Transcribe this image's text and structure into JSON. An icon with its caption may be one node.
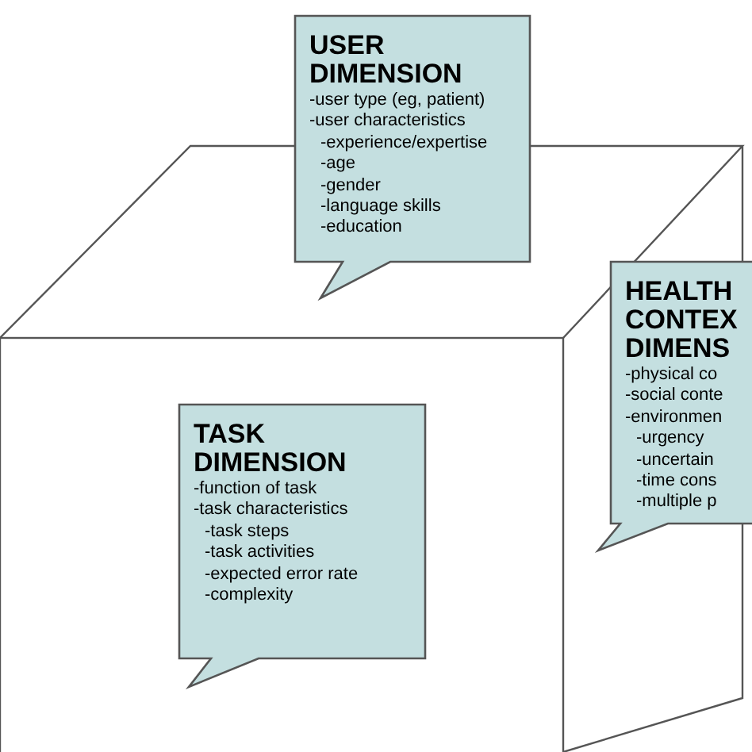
{
  "diagram": {
    "nodes": [
      {
        "text": [
          "USER DIMENSION",
          "-user type (eg, patient)",
          "-user characteristics",
          "-experience/expertise",
          "-age",
          "-gender",
          "-language skills",
          "-education"
        ]
      },
      {
        "text": [
          "HEALTH CONTEX DIMENS",
          "-physical co",
          "-social conte",
          "-environmen",
          "-urgency",
          "-uncertain",
          "-time cons",
          "-multiple p"
        ]
      },
      {
        "text": [
          "TASK DIMENSION",
          "-function of task",
          "-task characteristics",
          "-task steps",
          "-task activities",
          "-expected error rate",
          "-complexity"
        ]
      }
    ]
  }
}
